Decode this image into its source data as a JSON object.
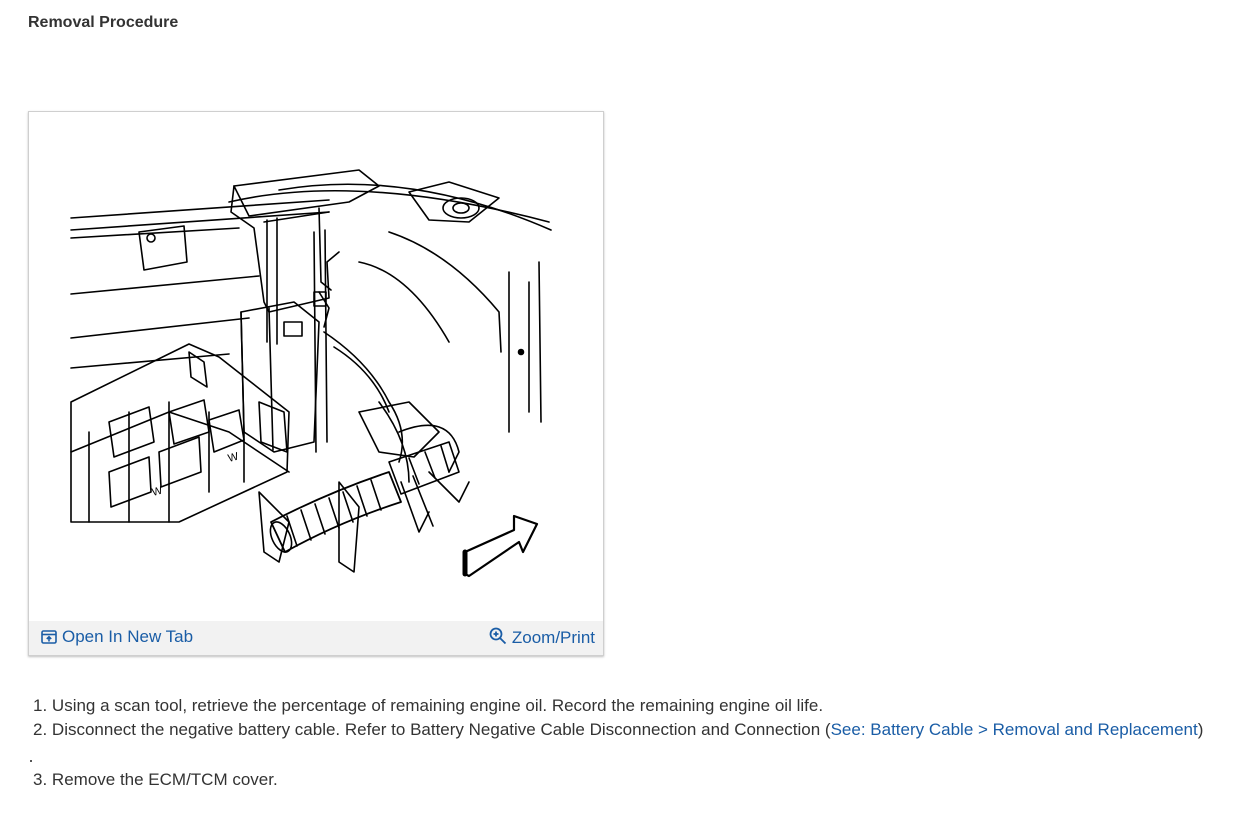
{
  "heading": "Removal Procedure",
  "figure": {
    "open_tab_label": "Open In New Tab",
    "zoom_label": "Zoom/Print",
    "open_tab_icon": "open-in-new-tab-icon",
    "zoom_icon": "zoom-in-icon",
    "diagram_marks": [
      "W",
      "W"
    ]
  },
  "steps": [
    {
      "num": "1.",
      "text": "Using a scan tool, retrieve the percentage of remaining engine oil. Record the remaining engine oil life."
    },
    {
      "num": "2.",
      "text": "Disconnect the negative battery cable. Refer to Battery Negative Cable Disconnection and Connection (",
      "link": "See: Battery Cable > Removal and Replacement",
      "suffix": ")"
    },
    {
      "num": "3.",
      "text": "Remove the ECM/TCM cover."
    }
  ],
  "colors": {
    "link": "#1a5da6",
    "text": "#333333",
    "bar": "#f2f2f2"
  }
}
